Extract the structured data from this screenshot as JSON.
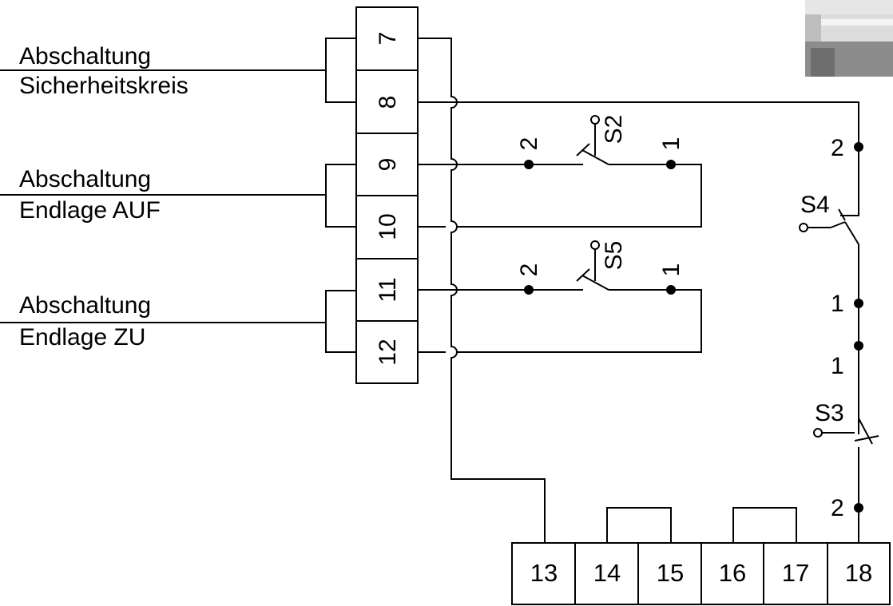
{
  "groups": {
    "g1": {
      "line1": "Abschaltung",
      "line2": "Sicherheitskreis"
    },
    "g2": {
      "line1": "Abschaltung",
      "line2": "Endlage AUF"
    },
    "g3": {
      "line1": "Abschaltung",
      "line2": "Endlage ZU"
    }
  },
  "terminals_vertical": [
    "7",
    "8",
    "9",
    "10",
    "11",
    "12"
  ],
  "terminals_bottom": [
    "13",
    "14",
    "15",
    "16",
    "17",
    "18"
  ],
  "switches": {
    "s2": {
      "name": "S2",
      "pin_a": "2",
      "pin_b": "1"
    },
    "s5": {
      "name": "S5",
      "pin_a": "2",
      "pin_b": "1"
    },
    "s4": {
      "name": "S4",
      "pin_top": "2",
      "pin_bottom": "1"
    },
    "s3": {
      "name": "S3",
      "pin_top": "1",
      "pin_bottom": "2"
    }
  }
}
